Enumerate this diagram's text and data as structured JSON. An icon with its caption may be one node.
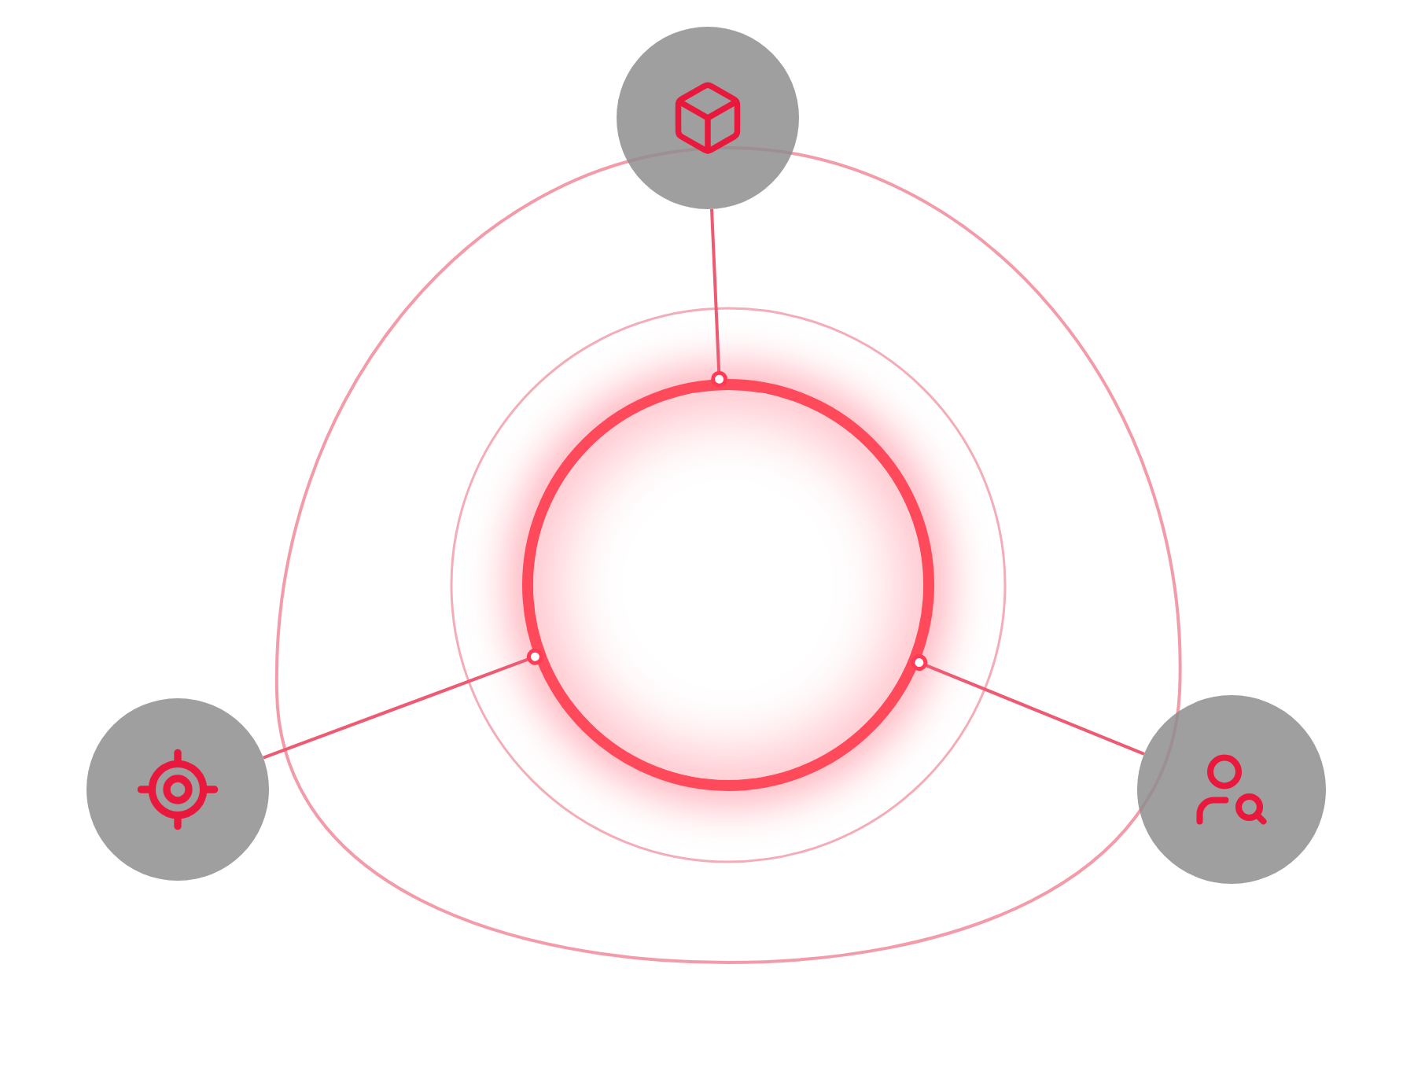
{
  "diagram": {
    "nodes": [
      {
        "text": [],
        "shape": "circle"
      },
      {
        "text": [],
        "shape": "circle"
      },
      {
        "text": [],
        "shape": "circle"
      },
      {
        "text": [],
        "shape": "circle"
      }
    ],
    "edges": [
      {
        "from": 0,
        "to": 1,
        "arrow": "other"
      },
      {
        "from": 0,
        "to": 2,
        "arrow": "other"
      },
      {
        "from": 0,
        "to": 3,
        "arrow": "other"
      }
    ]
  }
}
